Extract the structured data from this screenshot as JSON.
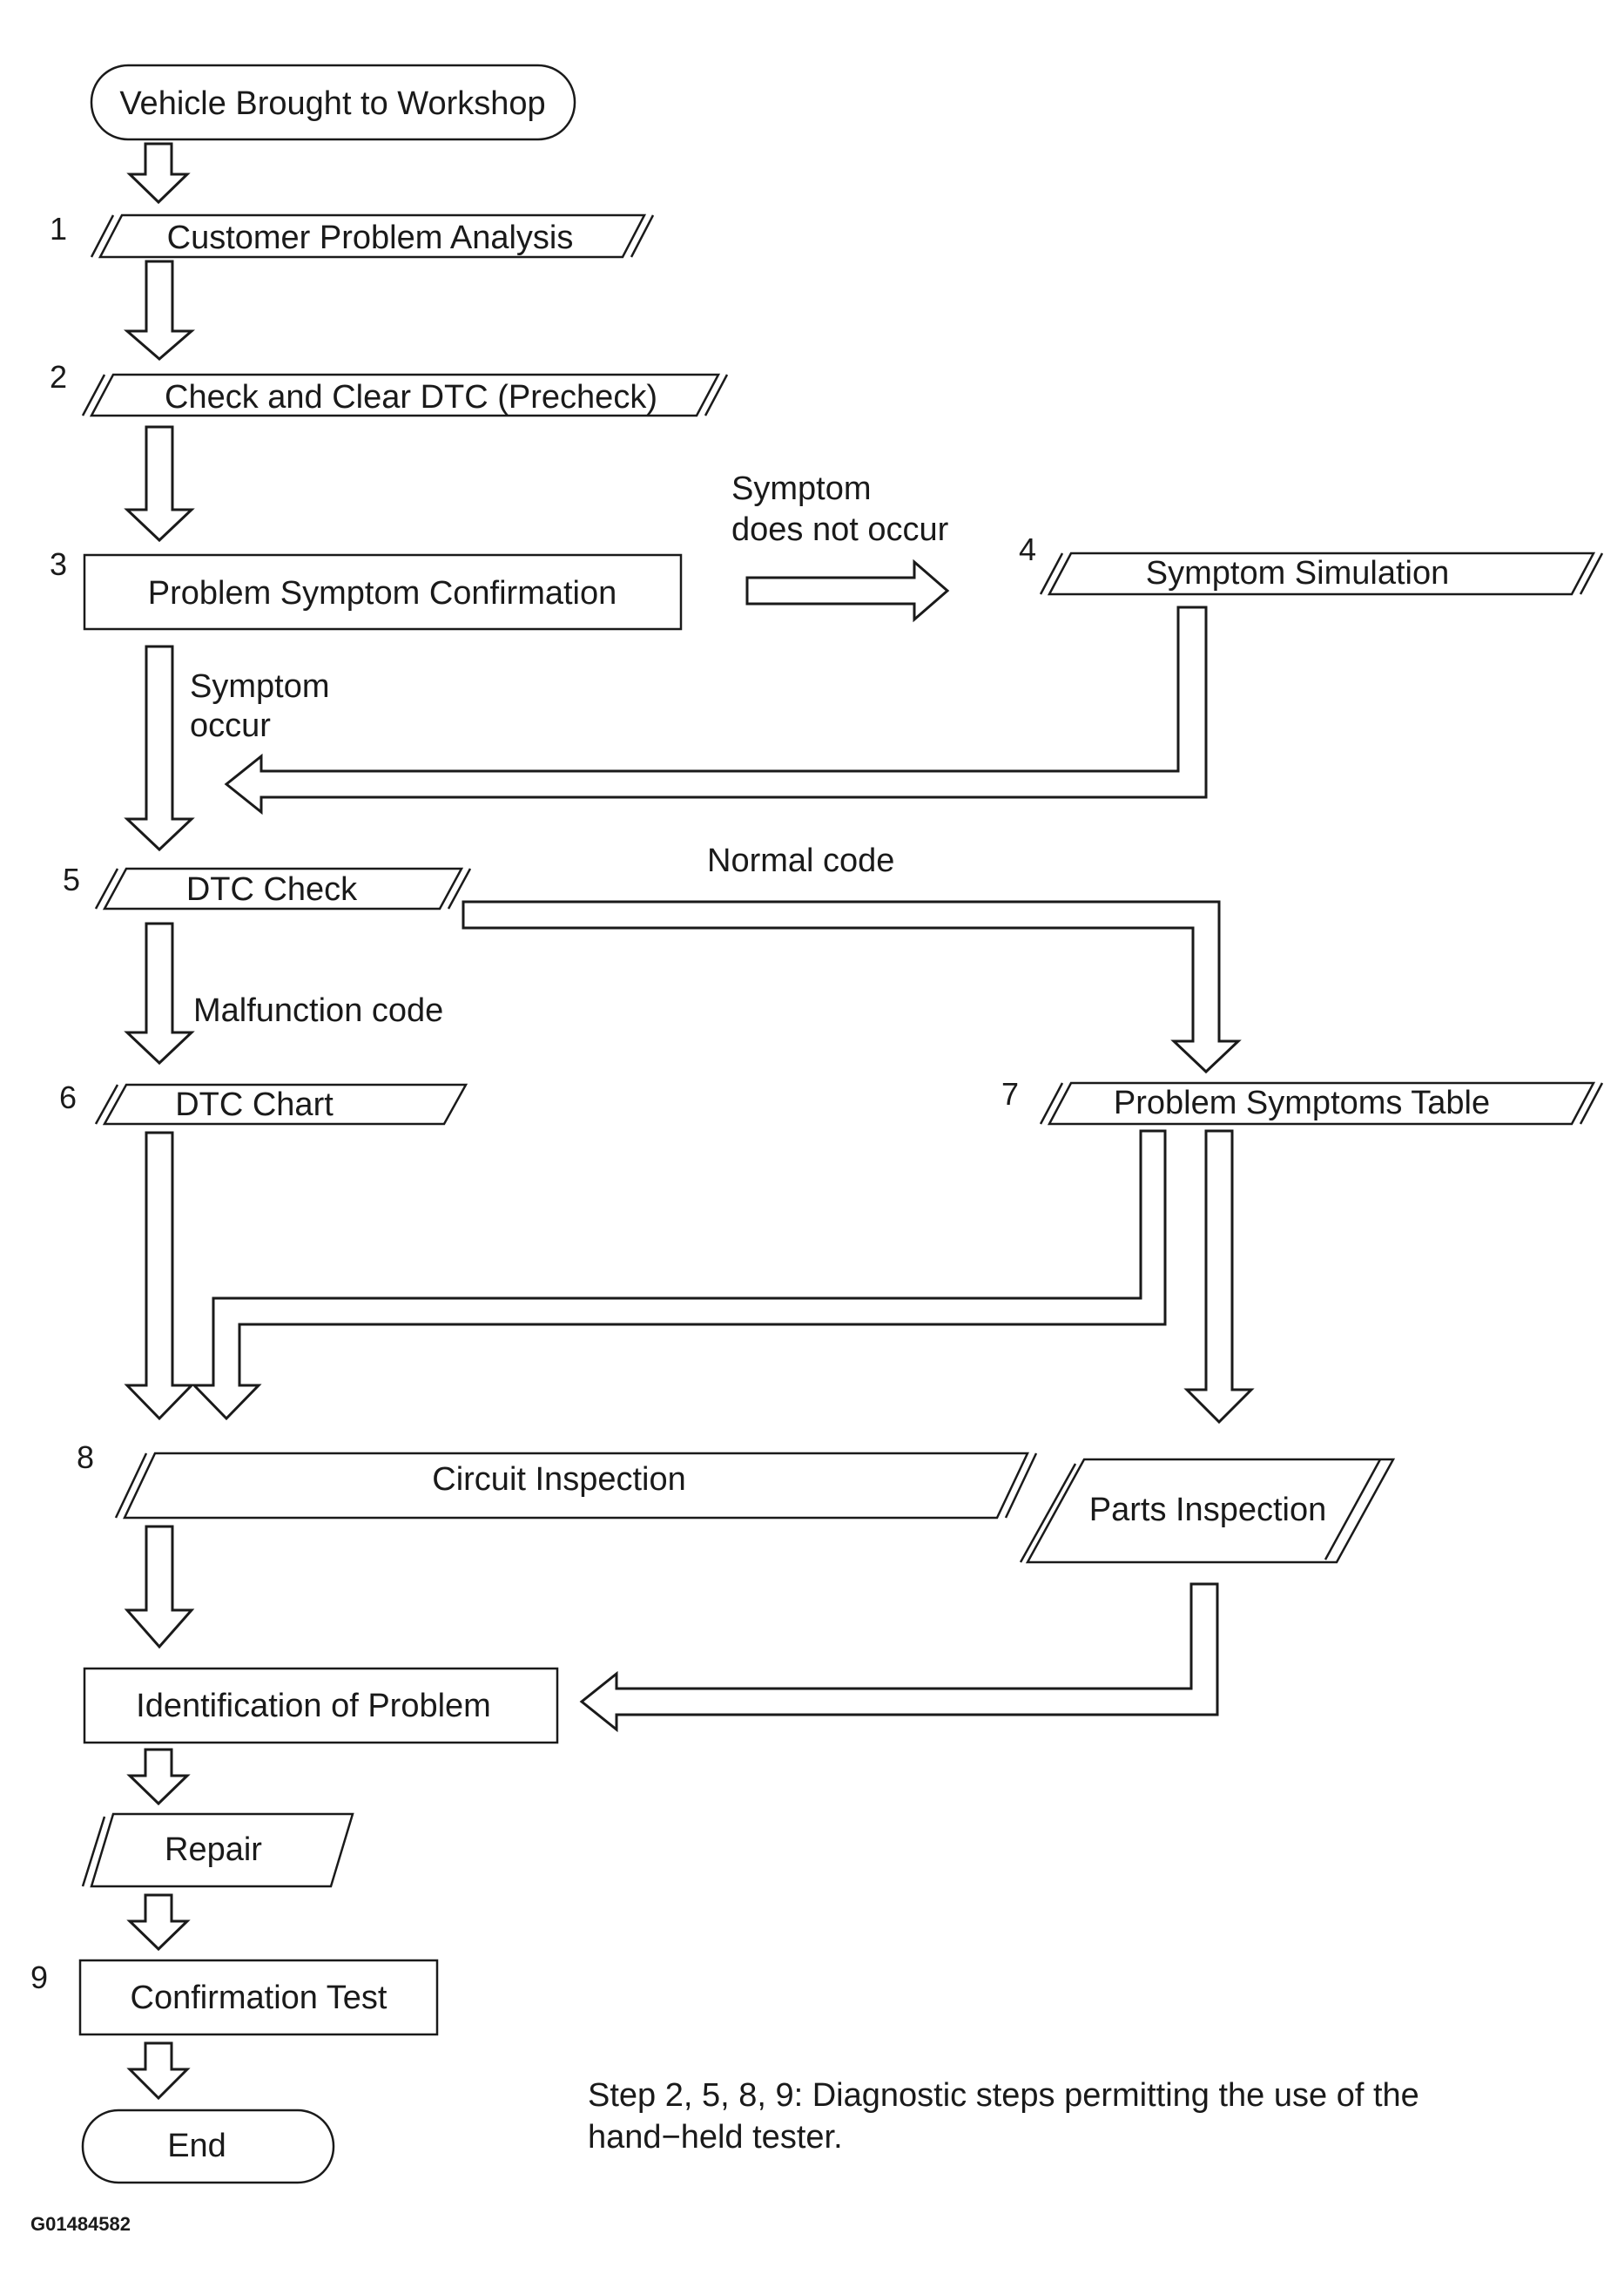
{
  "steps": {
    "start": "Vehicle Brought to Workshop",
    "customer_analysis": {
      "num": "1",
      "label": "Customer Problem Analysis"
    },
    "check_clear_dtc": {
      "num": "2",
      "label": "Check and Clear DTC (Precheck)"
    },
    "symptom_confirmation": {
      "num": "3",
      "label": "Problem Symptom Confirmation"
    },
    "symptom_simulation": {
      "num": "4",
      "label": "Symptom Simulation"
    },
    "dtc_check": {
      "num": "5",
      "label": "DTC Check"
    },
    "dtc_chart": {
      "num": "6",
      "label": "DTC Chart"
    },
    "problem_symptoms_table": {
      "num": "7",
      "label": "Problem Symptoms Table"
    },
    "circuit_inspection": {
      "num": "8",
      "label": "Circuit Inspection"
    },
    "parts_inspection": {
      "label": "Parts Inspection"
    },
    "identification": {
      "label": "Identification of Problem"
    },
    "repair": {
      "label": "Repair"
    },
    "confirmation_test": {
      "num": "9",
      "label": "Confirmation Test"
    },
    "end": "End"
  },
  "branch_labels": {
    "symptom_not_occur_1": "Symptom",
    "symptom_not_occur_2": "does not occur",
    "symptom_occur_1": "Symptom",
    "symptom_occur_2": "occur",
    "normal_code": "Normal code",
    "malfunction_code": "Malfunction code"
  },
  "note": {
    "line1": "Step 2, 5, 8, 9: Diagnostic steps permitting the use of the",
    "line2": "hand−held tester."
  },
  "figure_code": "G01484582"
}
